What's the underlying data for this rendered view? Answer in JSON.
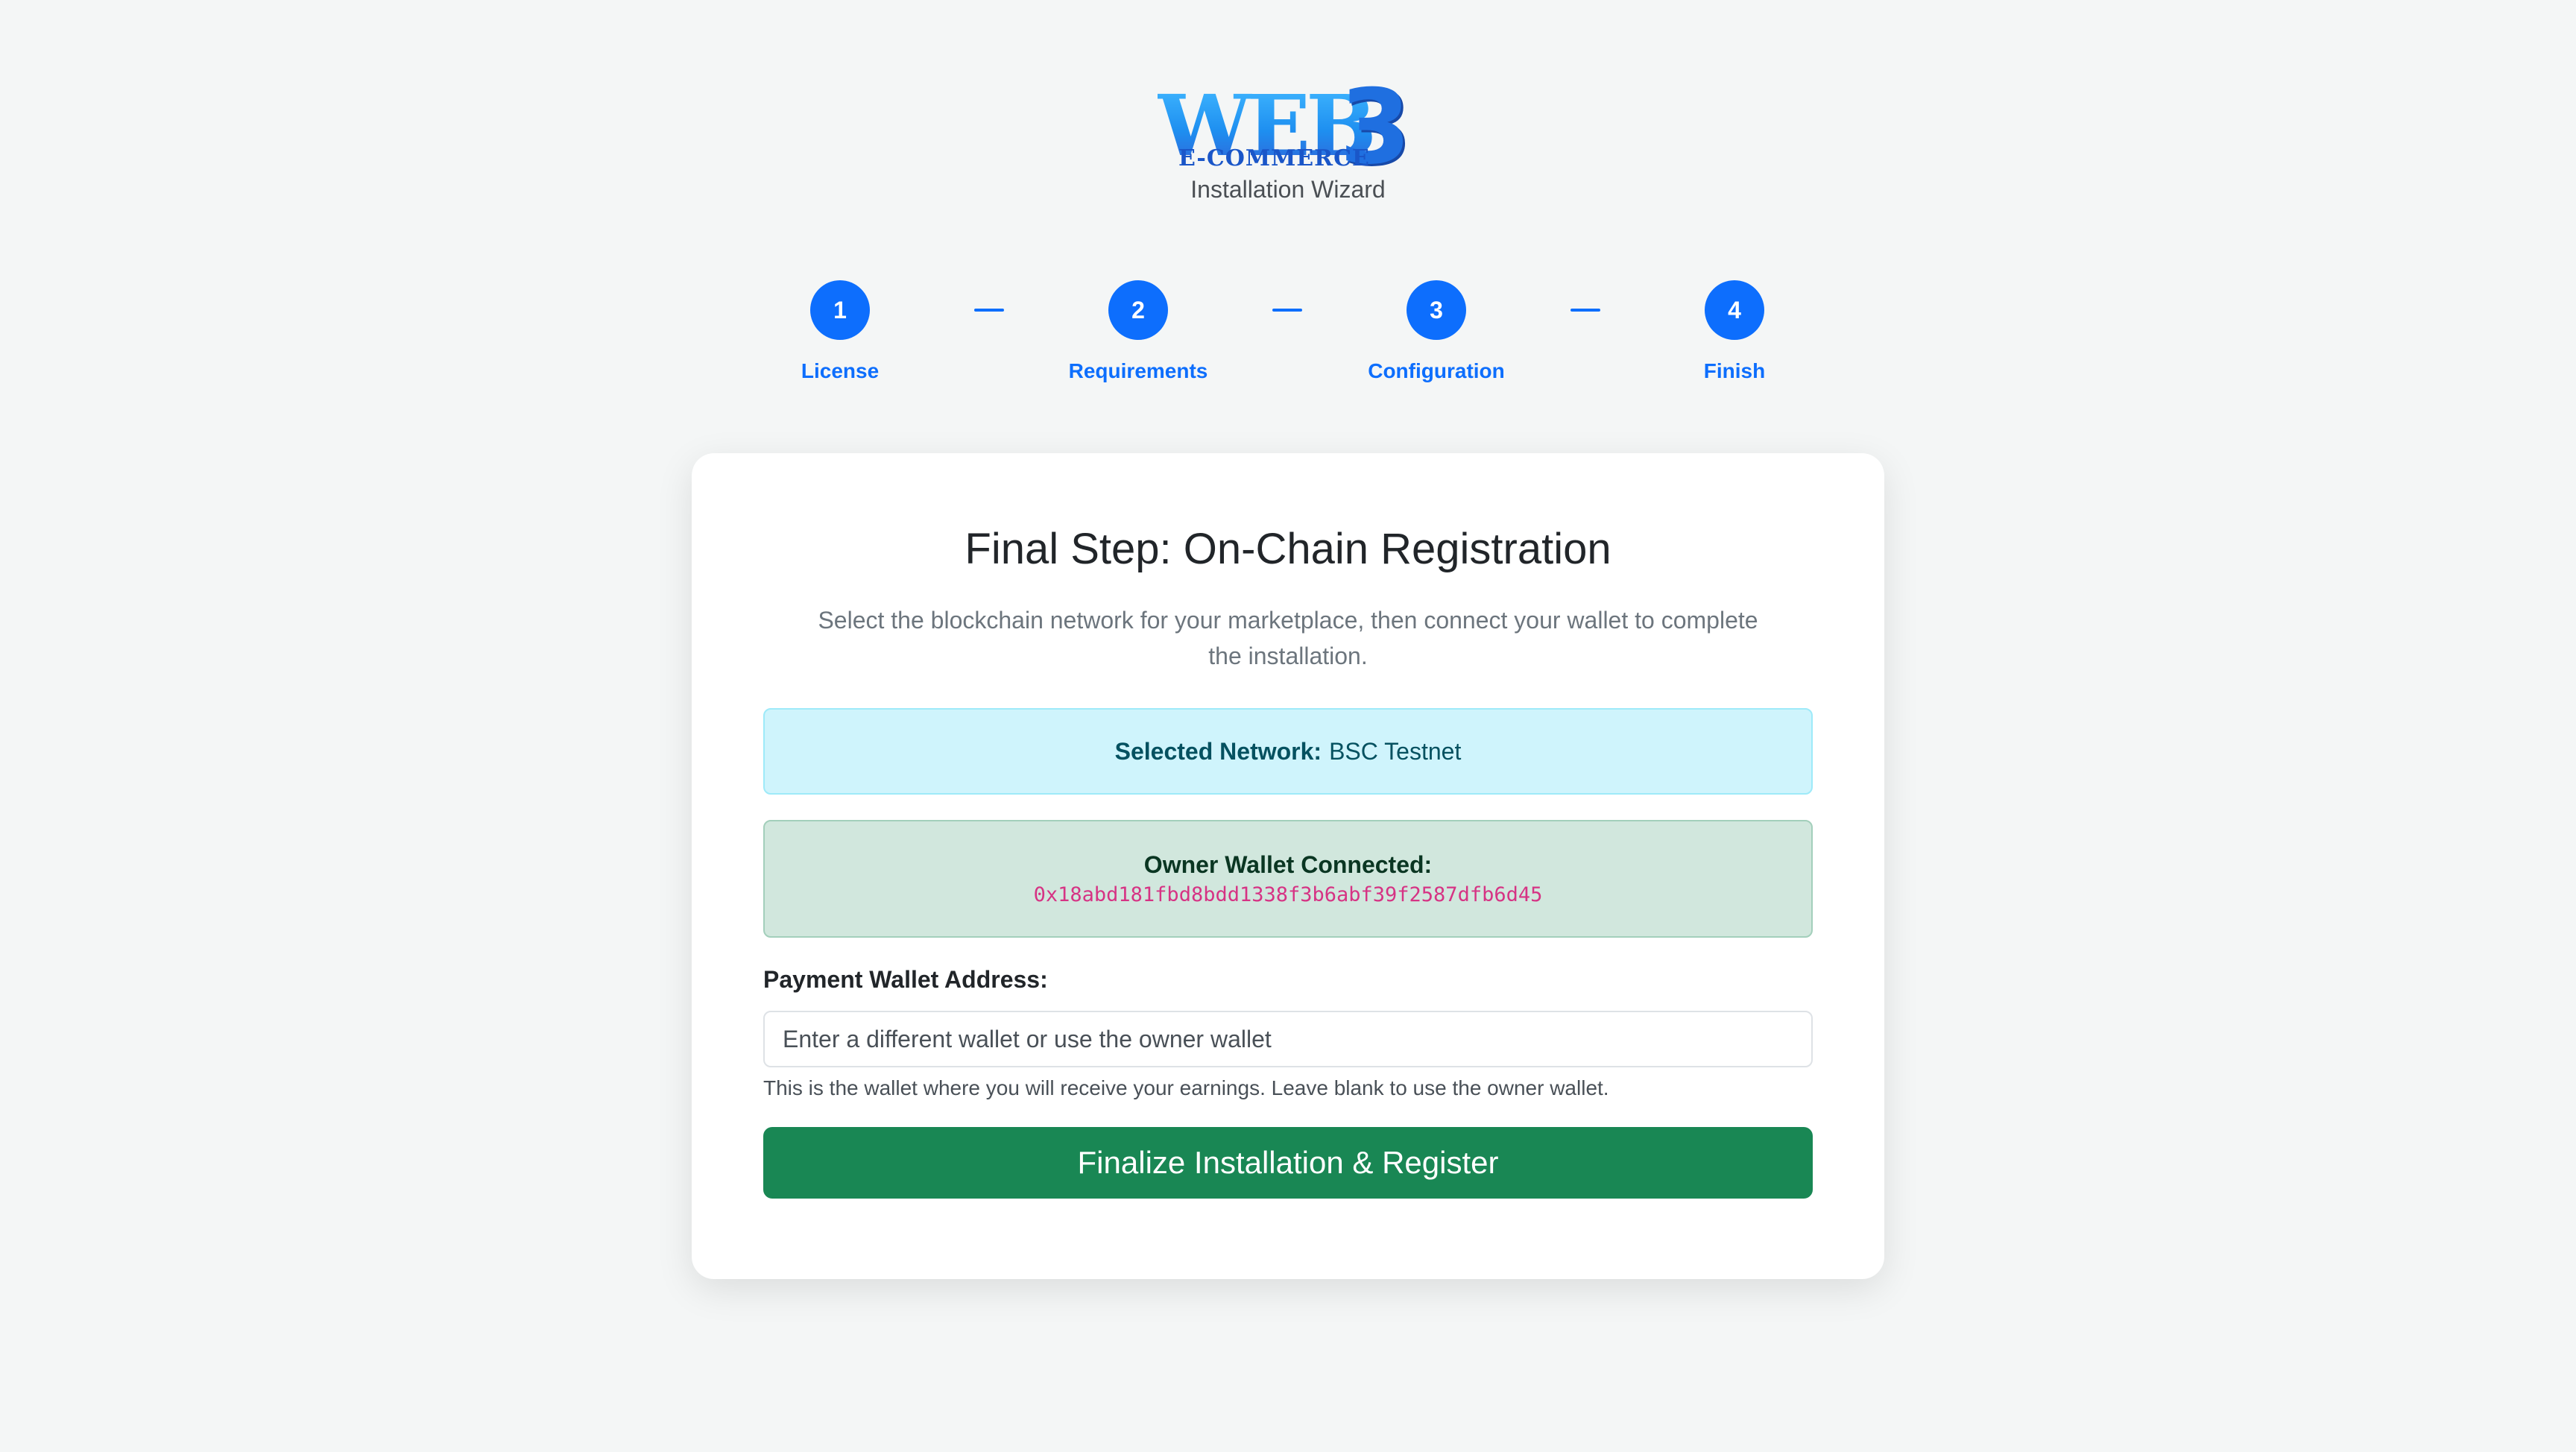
{
  "logo": {
    "word": "WEB",
    "number": "3",
    "tagline": "E-COMMERCE"
  },
  "header": {
    "subtitle": "Installation Wizard"
  },
  "stepper": {
    "steps": [
      {
        "number": "1",
        "label": "License"
      },
      {
        "number": "2",
        "label": "Requirements"
      },
      {
        "number": "3",
        "label": "Configuration"
      },
      {
        "number": "4",
        "label": "Finish"
      }
    ],
    "active_color": "#0d6efd"
  },
  "card": {
    "title": "Final Step: On-Chain Registration",
    "description": "Select the blockchain network for your marketplace, then connect your wallet to complete the installation.",
    "network": {
      "label": "Selected Network:",
      "value": "BSC Testnet"
    },
    "wallet": {
      "label": "Owner Wallet Connected:",
      "address": "0x18abd181fbd8bdd1338f3b6abf39f2587dfb6d45"
    },
    "payment": {
      "label": "Payment Wallet Address:",
      "value": "",
      "placeholder": "Enter a different wallet or use the owner wallet",
      "help": "This is the wallet where you will receive your earnings. Leave blank to use the owner wallet."
    },
    "submit_label": "Finalize Installation & Register",
    "submit_color": "#198754"
  }
}
